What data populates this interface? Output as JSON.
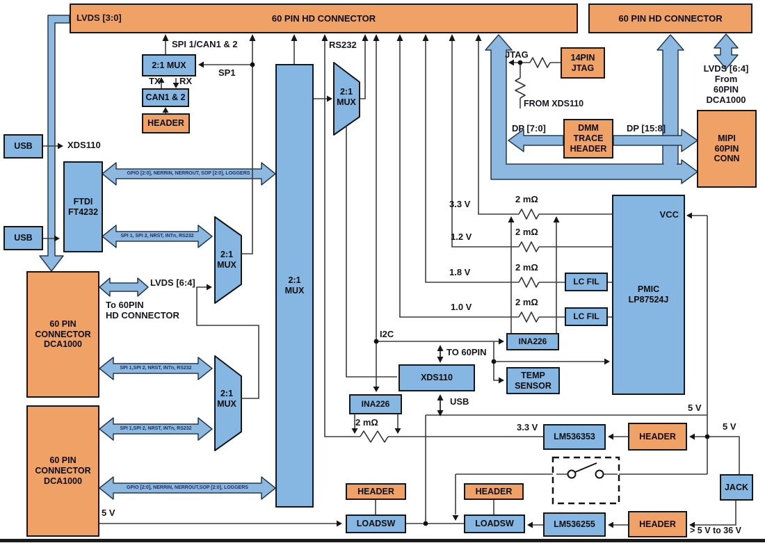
{
  "colors": {
    "block_orange": "#F0A166",
    "block_blue": "#85B7E2",
    "thick_arrow_blue": "#8DB8DF",
    "wire": "#3C3C3C"
  },
  "connectors": {
    "hd1": "60 PIN HD CONNECTOR",
    "hd1_lvds": "LVDS [3:0]",
    "hd2": "60 PIN HD CONNECTOR"
  },
  "blocks": {
    "usb1": "USB",
    "usb2": "USB",
    "ftdi": "FTDI\nFT4232",
    "can_mux": "2:1 MUX",
    "can": "CAN1 & 2",
    "can_header": "HEADER",
    "big_mux": "2:1\nMUX",
    "spi_mux1": "2:1\nMUX",
    "spi_mux2": "2:1\nMUX",
    "rs232_mux": "2:1\nMUX",
    "dca1": "60 PIN\nCONNECTOR\nDCA1000",
    "dca2": "60 PIN\nCONNECTOR\nDCA1000",
    "jtag14": "14PIN\nJTAG",
    "dmm": "DMM\nTRACE\nHEADER",
    "mipi": "MIPI\n60PIN\nCONN",
    "xds110": "XDS110",
    "ina226_bus": "INA226",
    "ina226_rail": "INA226",
    "temp": "TEMP\nSENSOR",
    "pmic": "PMIC\nLP87524J",
    "pmic_vcc": "VCC",
    "lcfil1": "LC FIL",
    "lcfil2": "LC FIL",
    "lm536353": "LM536353",
    "lm536255": "LM536255",
    "loadsw1": "LOADSW",
    "loadsw2": "LOADSW",
    "header1": "HEADER",
    "header2": "HEADER",
    "header3": "HEADER",
    "header4": "HEADER",
    "jack": "JACK"
  },
  "buses": {
    "ftdi_gpio": "GPIO [2:0], NERRIN, NERROUT, SOP [2:0], LOGGERS",
    "ftdi_spi": "SPI 1, SPI 2, NRST, INTn, RS232",
    "dca1_spi": "SPI 1,SPI 2, NRST, INTn, RS232",
    "dca2_spi": "SPI 1,SPI 2, NRST, INTn, RS232",
    "dca2_gpio": "GPIO [2:0], NERRIN, NERROUT,SOP [2:0], LOGGERS"
  },
  "labels": {
    "spi_can": "SPI 1/CAN1 & 2",
    "sp1": "SP1",
    "tx": "TX",
    "rx": "RX",
    "rs232": "RS232",
    "usb1_to": "XDS110",
    "lvds64_out": "LVDS [6:4]",
    "to_60pin_hd": "To 60PIN\nHD CONNECTOR",
    "jtag": "JTAG",
    "from_xds110": "FROM XDS110",
    "dp_7_0": "DP [7:0]",
    "dp_15_8": "DP [15:8]",
    "lvds64_in": "LVDS [6:4]\nFrom\n60PIN\nDCA1000",
    "v3_3": "3.3 V",
    "v1_2": "1.2 V",
    "v1_8": "1.8 V",
    "v1_0": "1.0 V",
    "r_2mohm": "2 mΩ",
    "i2c": "I2C",
    "to_60pin": "TO 60PIN",
    "usb": "USB",
    "v3_3_out": "3.3 V",
    "v5_pmic": "5 V",
    "v5_jack": "5 V",
    "v5_dca": "5 V",
    "jack_range": "> 5 V to 36 V"
  }
}
